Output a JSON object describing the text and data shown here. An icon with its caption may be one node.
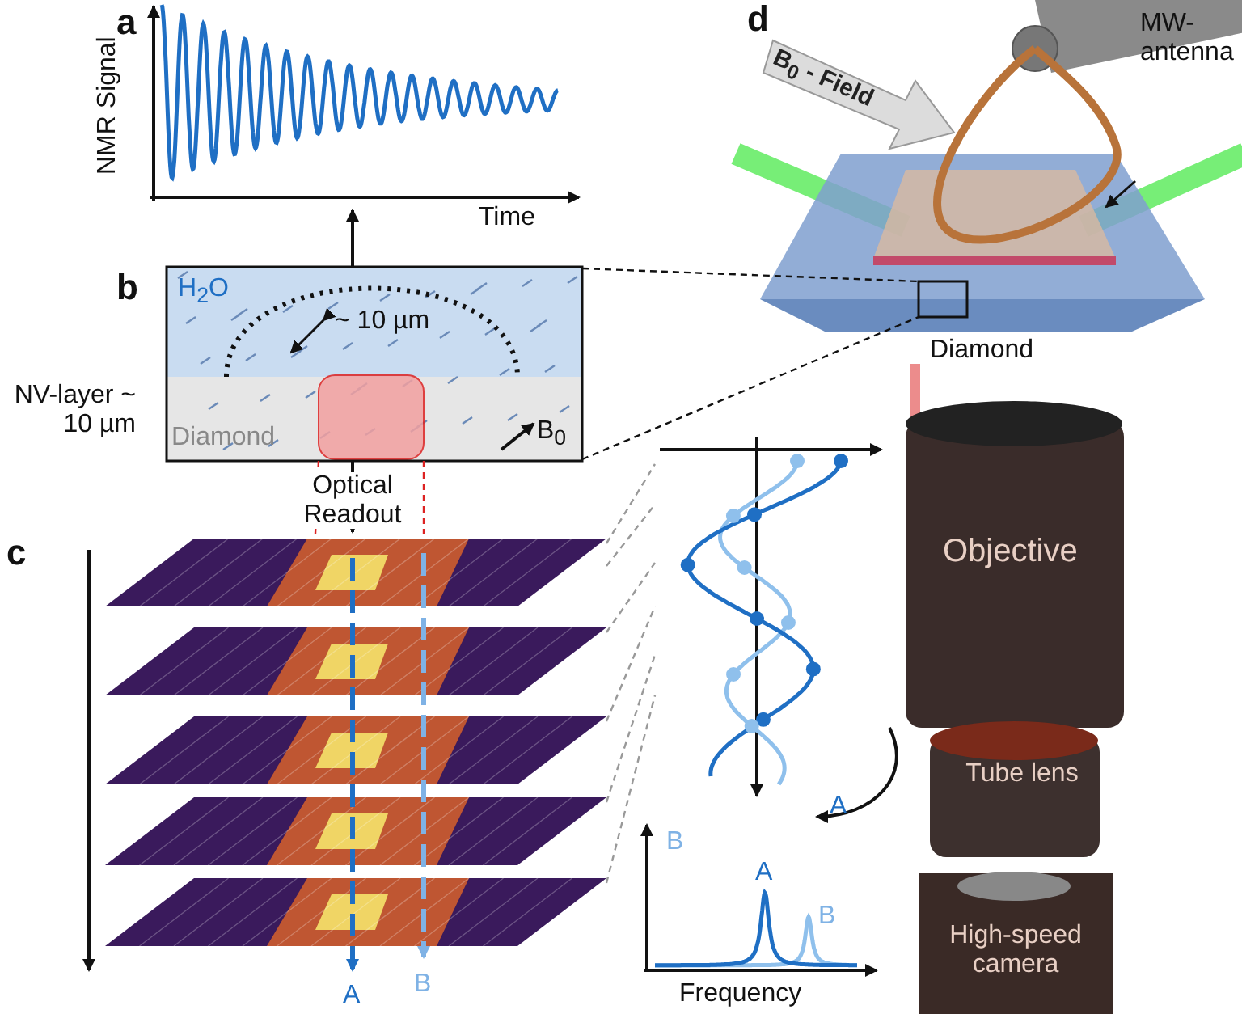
{
  "diagram": {
    "nodes": [
      {
        "text": [],
        "shape": "picture"
      },
      {
        "text": [
          "H$_{2}$O",
          "~ 10 µm",
          "Diamond",
          "B$_{0}$"
        ]
      },
      {
        "text": [],
        "shape": "picture"
      },
      {
        "text": [],
        "shape": "picture"
      },
      {
        "text": [],
        "shape": "picture"
      },
      {
        "text": [],
        "shape": "box"
      }
    ],
    "edges": [
      {
        "from": 1,
        "to": 0,
        "arrow": "to",
        "color": "#111111"
      },
      {
        "from": 1,
        "to": 2,
        "arrow": "to",
        "label": "Optical Readout",
        "color": "#111111"
      },
      {
        "from": 3,
        "to": 4,
        "arrow": "to",
        "color": "#111111"
      },
      {
        "from": 1,
        "to": 2,
        "arrow": "none",
        "style": "dashed",
        "color": "#dd2222"
      },
      {
        "from": 1,
        "to": 2,
        "arrow": "none",
        "style": "dashed",
        "color": "#dd2222"
      },
      {
        "from": 2,
        "to": 3,
        "arrow": "none",
        "style": "dashed",
        "color": "#999999"
      },
      {
        "from": 2,
        "to": 3,
        "arrow": "none",
        "style": "dashed",
        "color": "#999999"
      },
      {
        "from": 2,
        "to": 3,
        "arrow": "none",
        "style": "dashed",
        "color": "#999999"
      },
      {
        "from": 2,
        "to": 3,
        "arrow": "none",
        "style": "dashed",
        "color": "#999999"
      },
      {
        "from": 2,
        "to": 3,
        "arrow": "none",
        "style": "dashed",
        "color": "#999999"
      },
      {
        "from": 2,
        "to": 3,
        "arrow": "none",
        "style": "dashed",
        "color": "#999999"
      },
      {
        "from": 1,
        "to": 5,
        "arrow": "none",
        "style": "dashed",
        "color": "#111111"
      },
      {
        "from": 1,
        "to": 5,
        "arrow": "none",
        "style": "dashed",
        "color": "#111111"
      }
    ],
    "labels": [
      "a",
      "NMR Signal",
      "Time",
      "d",
      "B$_{0}$ - Field",
      "MW-antenna",
      "b",
      "Diamond",
      "NV-layer ~ 10 µm",
      "c",
      "Objective",
      "A",
      "B",
      "Tube lens",
      "A",
      "B",
      "Frequency",
      "High-speed camera",
      "A",
      "B"
    ]
  }
}
